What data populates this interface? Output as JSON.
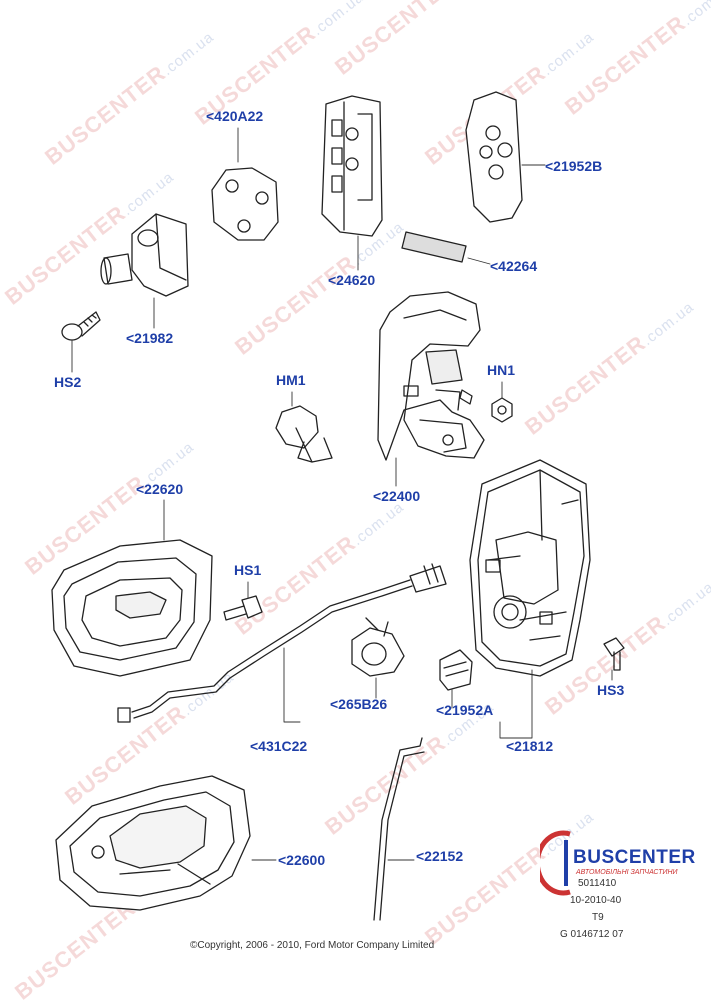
{
  "watermark": {
    "brand": "BUSCENTER",
    "domain": ".com.ua"
  },
  "parts": {
    "p420A22": "<420A22",
    "p24620": "<24620",
    "p21952B": "<21952B",
    "p42264": "<42264",
    "p21982": "<21982",
    "hs2": "HS2",
    "hm1": "HM1",
    "hn1": "HN1",
    "p22400": "<22400",
    "p22620": "<22620",
    "hs1": "HS1",
    "p265B26": "<265B26",
    "p431C22": "<431C22",
    "p21952A": "<21952A",
    "p21812": "<21812",
    "hs3": "HS3",
    "p22600": "<22600",
    "p22152": "<22152"
  },
  "footer": {
    "copyright": "©Copyright, 2006 - 2010, Ford Motor Company Limited",
    "stamp_line1": "5011410",
    "stamp_line2": "10-2010-40",
    "stamp_line3": "T9",
    "stamp_line4": "G 0146712 07"
  },
  "logo": {
    "brand": "BUSCENTER",
    "subtitle": "АВТОМОБІЛЬНІ ЗАПЧАСТИНИ"
  },
  "colors": {
    "label": "#1f3fa8",
    "line": "#222222",
    "watermark": "#dc7878"
  }
}
